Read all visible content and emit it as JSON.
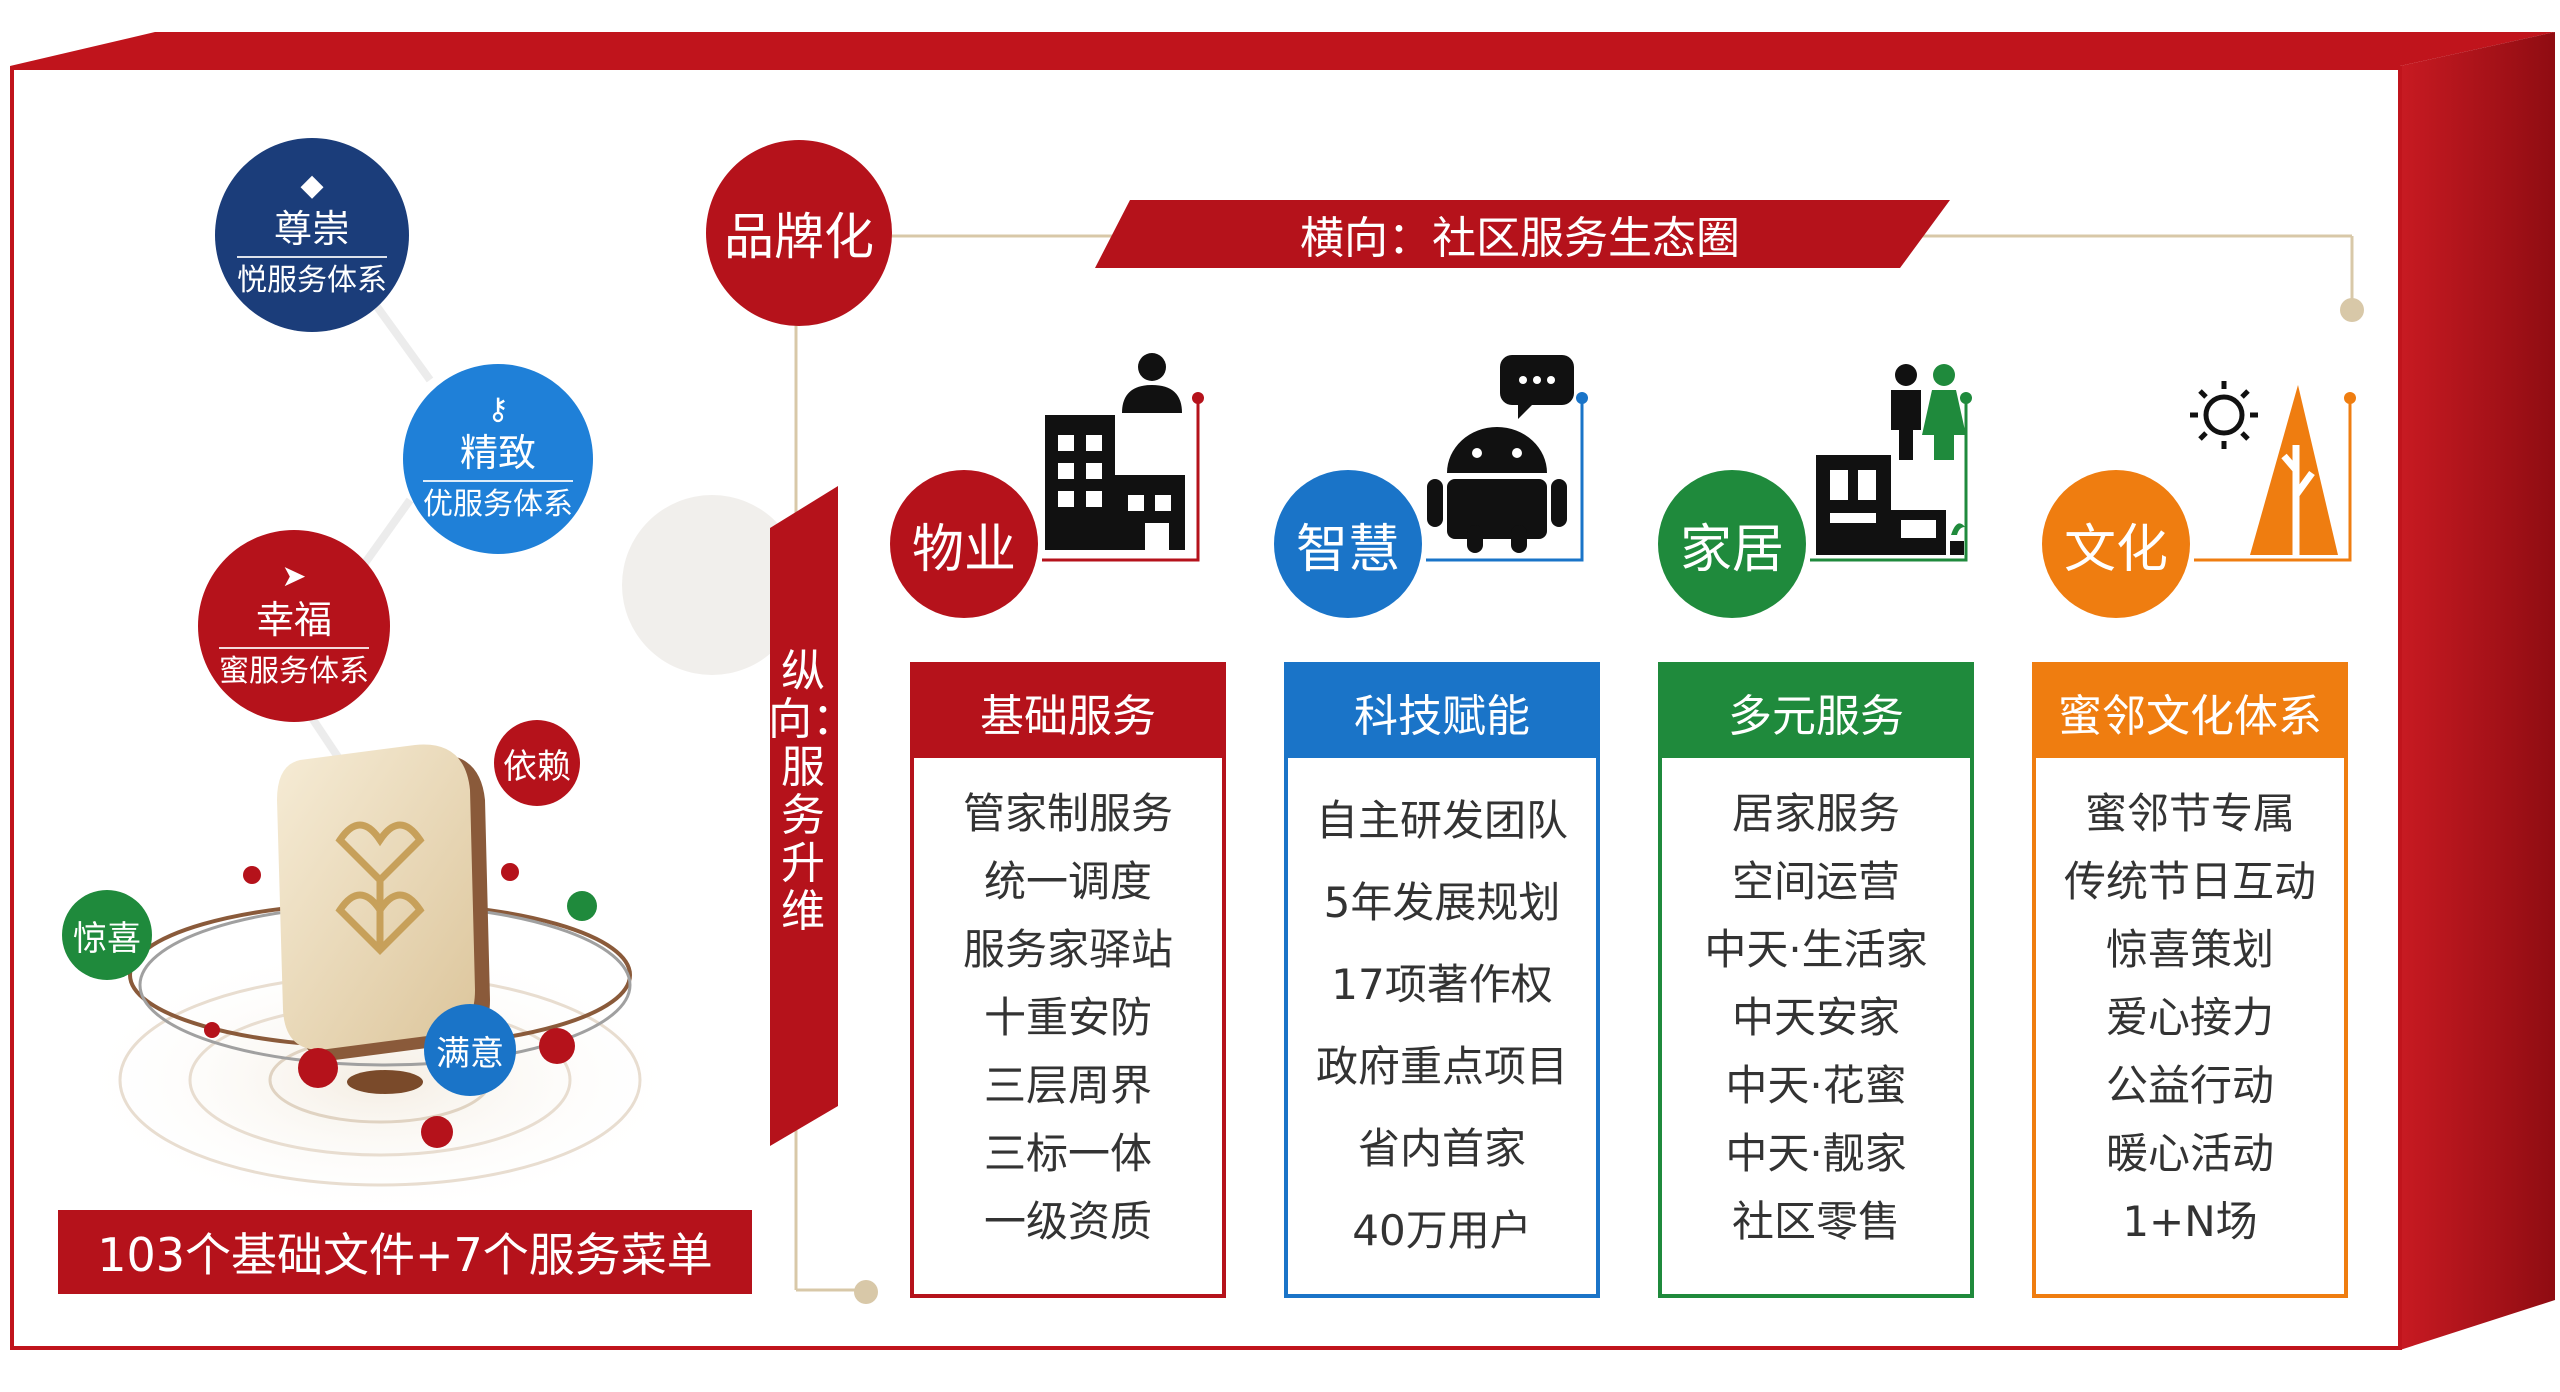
{
  "colors": {
    "red": "#b5121b",
    "blue": "#1a74c8",
    "green": "#1f8a3c",
    "orange": "#ef7d10",
    "navy": "#1b3d7a"
  },
  "left_panel": {
    "bubbles": [
      {
        "icon": "diamond-icon",
        "glyph": "◆",
        "title": "尊崇",
        "subtitle": "悦服务体系"
      },
      {
        "icon": "key-icon",
        "glyph": "⚷",
        "title": "精致",
        "subtitle": "优服务体系"
      },
      {
        "icon": "paper-plane-icon",
        "glyph": "➤",
        "title": "幸福",
        "subtitle": "蜜服务体系"
      }
    ],
    "small_bubbles": {
      "rely": "依赖",
      "surprise": "惊喜",
      "satisfied": "满意"
    },
    "footer_banner": "103个基础文件+7个服务菜单"
  },
  "brand_label": "品牌化",
  "horizontal_banner": "横向：社区服务生态圈",
  "vertical_banner": "纵向：服务升维",
  "columns": [
    {
      "category": "物业",
      "icon": "building-person-icon",
      "header": "基础服务",
      "items": [
        "管家制服务",
        "统一调度",
        "服务家驿站",
        "十重安防",
        "三层周界",
        "三标一体",
        "一级资质"
      ]
    },
    {
      "category": "智慧",
      "icon": "android-chat-icon",
      "header": "科技赋能",
      "items": [
        "自主研发团队",
        "5年发展规划",
        "17项著作权",
        "政府重点项目",
        "省内首家",
        "40万用户"
      ]
    },
    {
      "category": "家居",
      "icon": "family-home-icon",
      "header": "多元服务",
      "items": [
        "居家服务",
        "空间运营",
        "中天·生活家",
        "中天安家",
        "中天·花蜜",
        "中天·靓家",
        "社区零售"
      ]
    },
    {
      "category": "文化",
      "icon": "sun-tree-icon",
      "header": "蜜邻文化体系",
      "items": [
        "蜜邻节专属",
        "传统节日互动",
        "惊喜策划",
        "爱心接力",
        "公益行动",
        "暖心活动",
        "1+N场"
      ]
    }
  ]
}
